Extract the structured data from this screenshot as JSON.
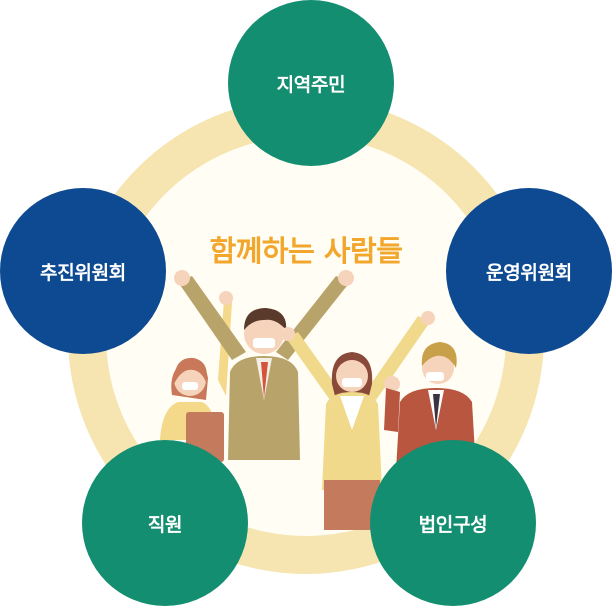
{
  "diagram": {
    "center_title": "함께하는 사람들",
    "nodes": {
      "top": "지역주민",
      "left": "추진위원회",
      "right": "운영위원회",
      "bottom_left": "직원",
      "bottom_right": "법인구성"
    },
    "illustration": "people-celebrating-with-masks-icon"
  },
  "colors": {
    "ring": "#f6e5b0",
    "inner_circle": "#fffdf4",
    "green_node": "#138e70",
    "blue_node": "#0d4a92",
    "title": "#f2a62b"
  }
}
